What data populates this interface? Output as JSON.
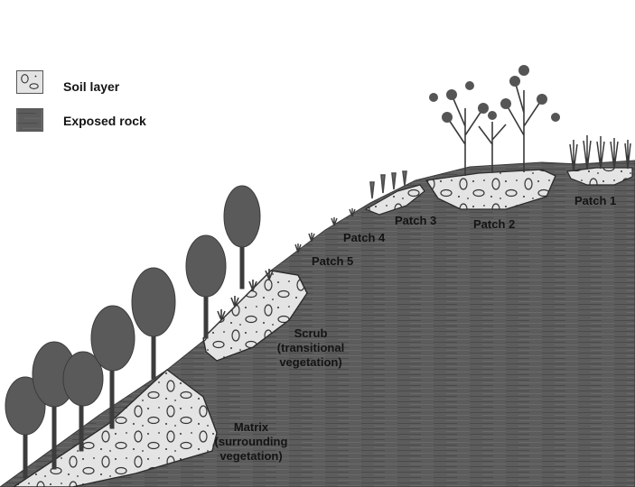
{
  "legend": {
    "soil_layer": "Soil layer",
    "exposed_rock": "Exposed rock"
  },
  "labels": {
    "patch1": "Patch 1",
    "patch2": "Patch 2",
    "patch3": "Patch 3",
    "patch4": "Patch 4",
    "patch5": "Patch 5",
    "scrub_line1": "Scrub",
    "scrub_line2": "(transitional",
    "scrub_line3": "vegetation)",
    "matrix_line1": "Matrix",
    "matrix_line2": "(surrounding",
    "matrix_line3": "vegetation)"
  },
  "colors": {
    "rock": "#5a5a5a",
    "rock_line": "#444444",
    "soil": "#e6e6e6",
    "tree": "#585858",
    "shrub": "#6a6a6a"
  }
}
